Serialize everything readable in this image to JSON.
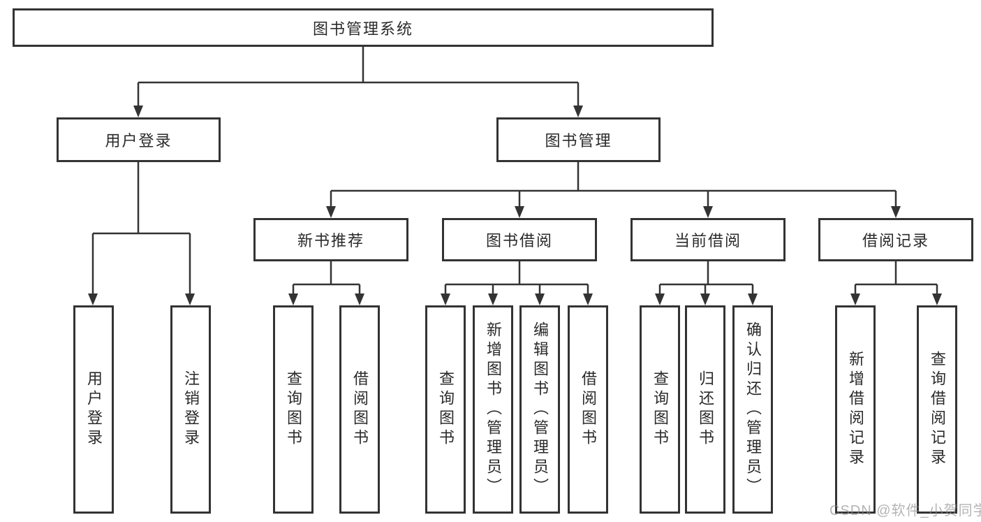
{
  "colors": {
    "line": "#333333",
    "text": "#2a2a2a",
    "watermark": "#8c8c8c",
    "background": "#ffffff"
  },
  "diagram": {
    "title": "图书管理系统",
    "level2": {
      "user": "用户登录",
      "book": "图书管理"
    },
    "user_children": [
      "用户登录",
      "注销登录"
    ],
    "book_groups": [
      {
        "label": "新书推荐",
        "children": [
          "查询图书",
          "借阅图书"
        ]
      },
      {
        "label": "图书借阅",
        "children": [
          "查询图书",
          "新增图书（管理员）",
          "编辑图书（管理员）",
          "借阅图书"
        ]
      },
      {
        "label": "当前借阅",
        "children": [
          "查询图书",
          "归还图书",
          "确认归还（管理员）"
        ]
      },
      {
        "label": "借阅记录",
        "children": [
          "新增借阅记录",
          "查询借阅记录"
        ]
      }
    ]
  },
  "watermark": "CSDN @软件_小贺同学"
}
